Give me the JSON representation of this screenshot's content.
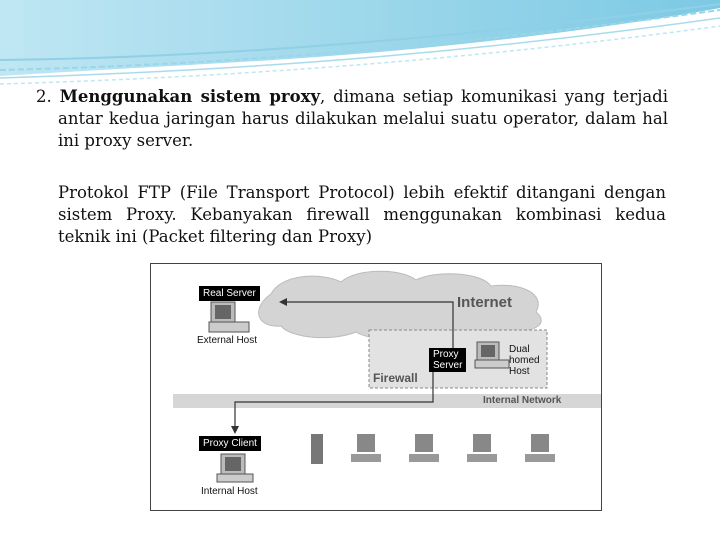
{
  "slide": {
    "item1_number": "2.",
    "item1_bold": "Menggunakan sistem proxy",
    "item1_rest": ", dimana setiap komunikasi yang terjadi antar kedua jaringan harus dilakukan melalui suatu operator, dalam hal ini proxy server.",
    "paragraph2": "Protokol FTP (File Transport Protocol) lebih efektif ditangani dengan sistem Proxy. Kebanyakan firewall menggunakan kombinasi kedua teknik ini (Packet filtering dan Proxy)"
  },
  "diagram": {
    "real_server": "Real Server",
    "external_host": "External Host",
    "internet": "Internet",
    "proxy_server_line1": "Proxy",
    "proxy_server_line2": "Server",
    "dual_line1": "Dual",
    "dual_line2": "homed",
    "dual_line3": "Host",
    "firewall": "Firewall",
    "internal_network": "Internal Network",
    "proxy_client": "Proxy Client",
    "internal_host": "Internal Host"
  }
}
